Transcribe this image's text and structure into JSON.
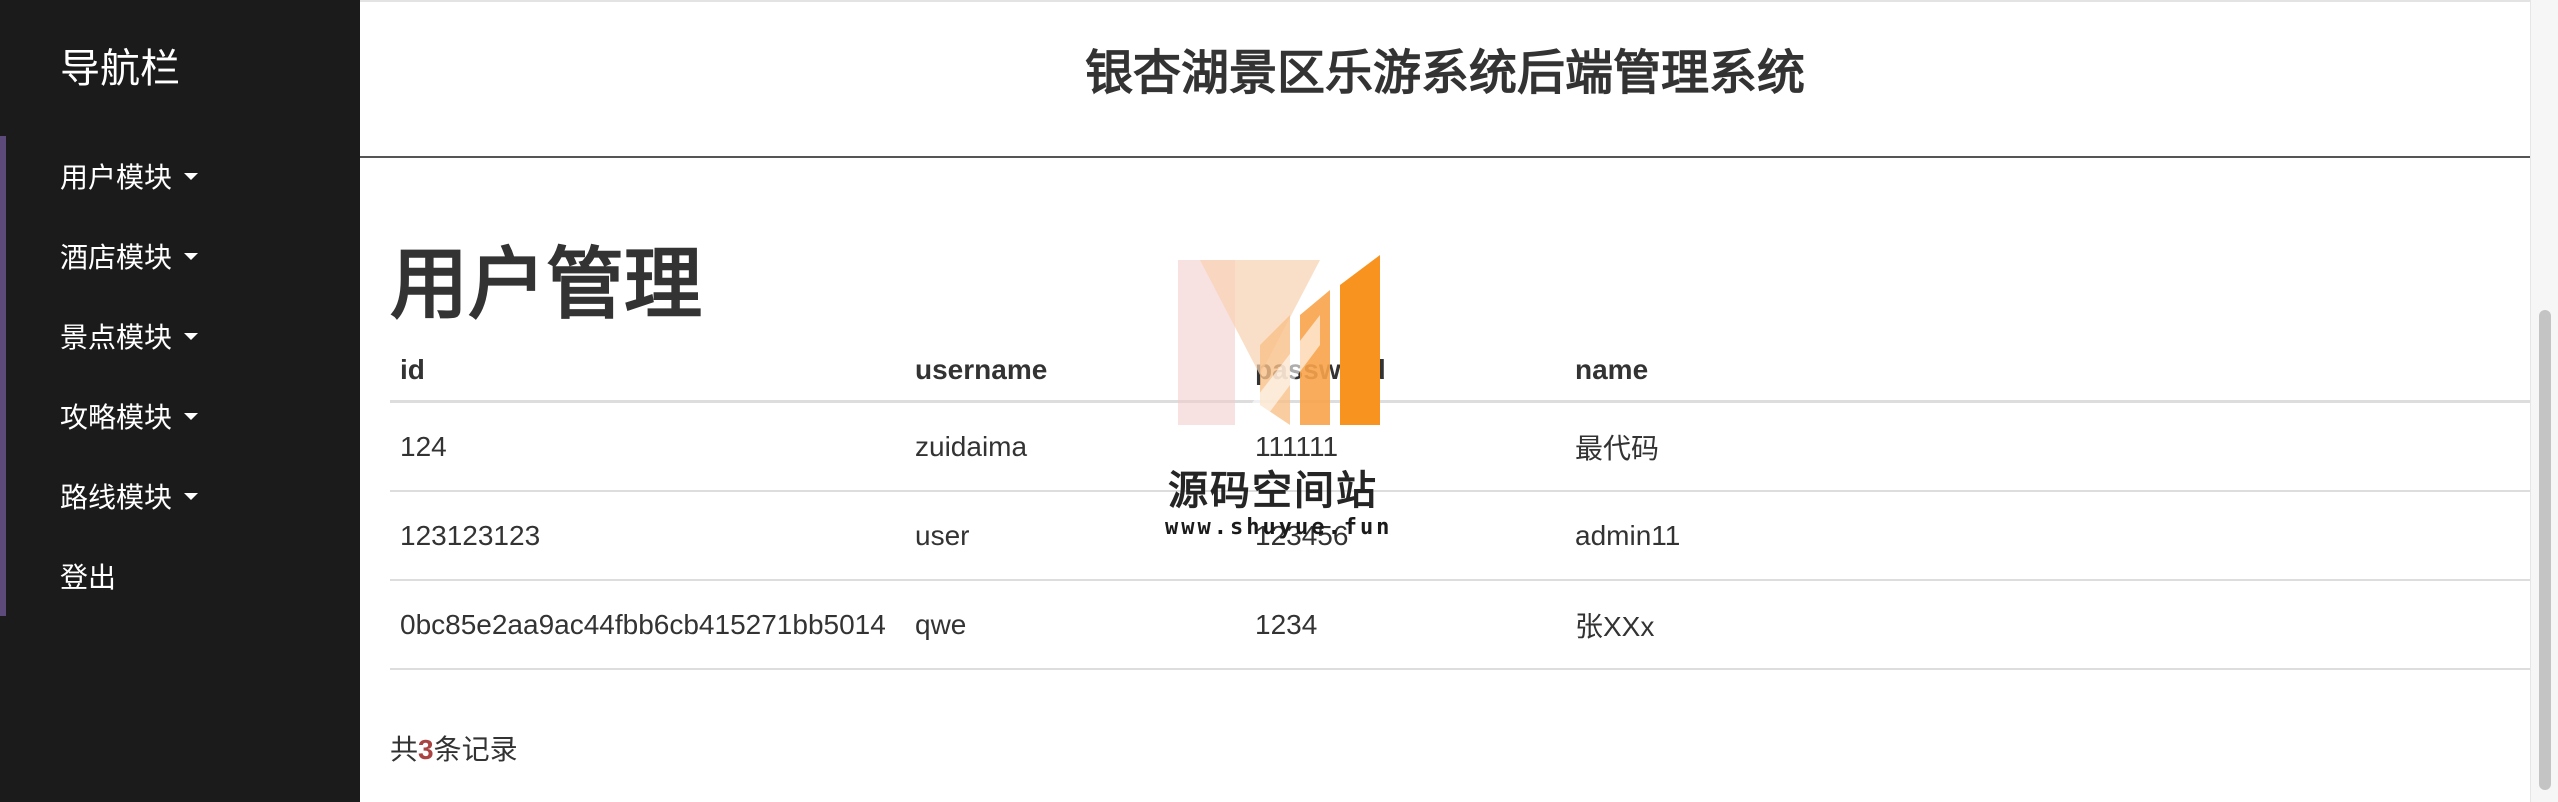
{
  "sidebar": {
    "title": "导航栏",
    "items": [
      {
        "label": "用户模块",
        "has_caret": true
      },
      {
        "label": "酒店模块",
        "has_caret": true
      },
      {
        "label": "景点模块",
        "has_caret": true
      },
      {
        "label": "攻略模块",
        "has_caret": true
      },
      {
        "label": "路线模块",
        "has_caret": true
      },
      {
        "label": "登出",
        "has_caret": false
      }
    ]
  },
  "header": {
    "title": "银杏湖景区乐游系统后端管理系统"
  },
  "main": {
    "heading": "用户管理",
    "table": {
      "columns": [
        "id",
        "username",
        "password",
        "name"
      ],
      "rows": [
        [
          "124",
          "zuidaima",
          "111111",
          "最代码"
        ],
        [
          "123123123",
          "user",
          "123456",
          "admin11"
        ],
        [
          "0bc85e2aa9ac44fbb6cb415271bb5014",
          "qwe",
          "1234",
          "张XXx"
        ]
      ]
    },
    "record_count": {
      "prefix": "共",
      "count": "3",
      "suffix": "条记录"
    }
  },
  "watermark": {
    "text": "源码空间站",
    "url": "www.shuyue.fun"
  },
  "colors": {
    "sidebar_bg": "#1b1b1b",
    "sidebar_accent": "#5b4a7a",
    "count_highlight": "#a94442",
    "watermark_orange": "#f7931e"
  }
}
